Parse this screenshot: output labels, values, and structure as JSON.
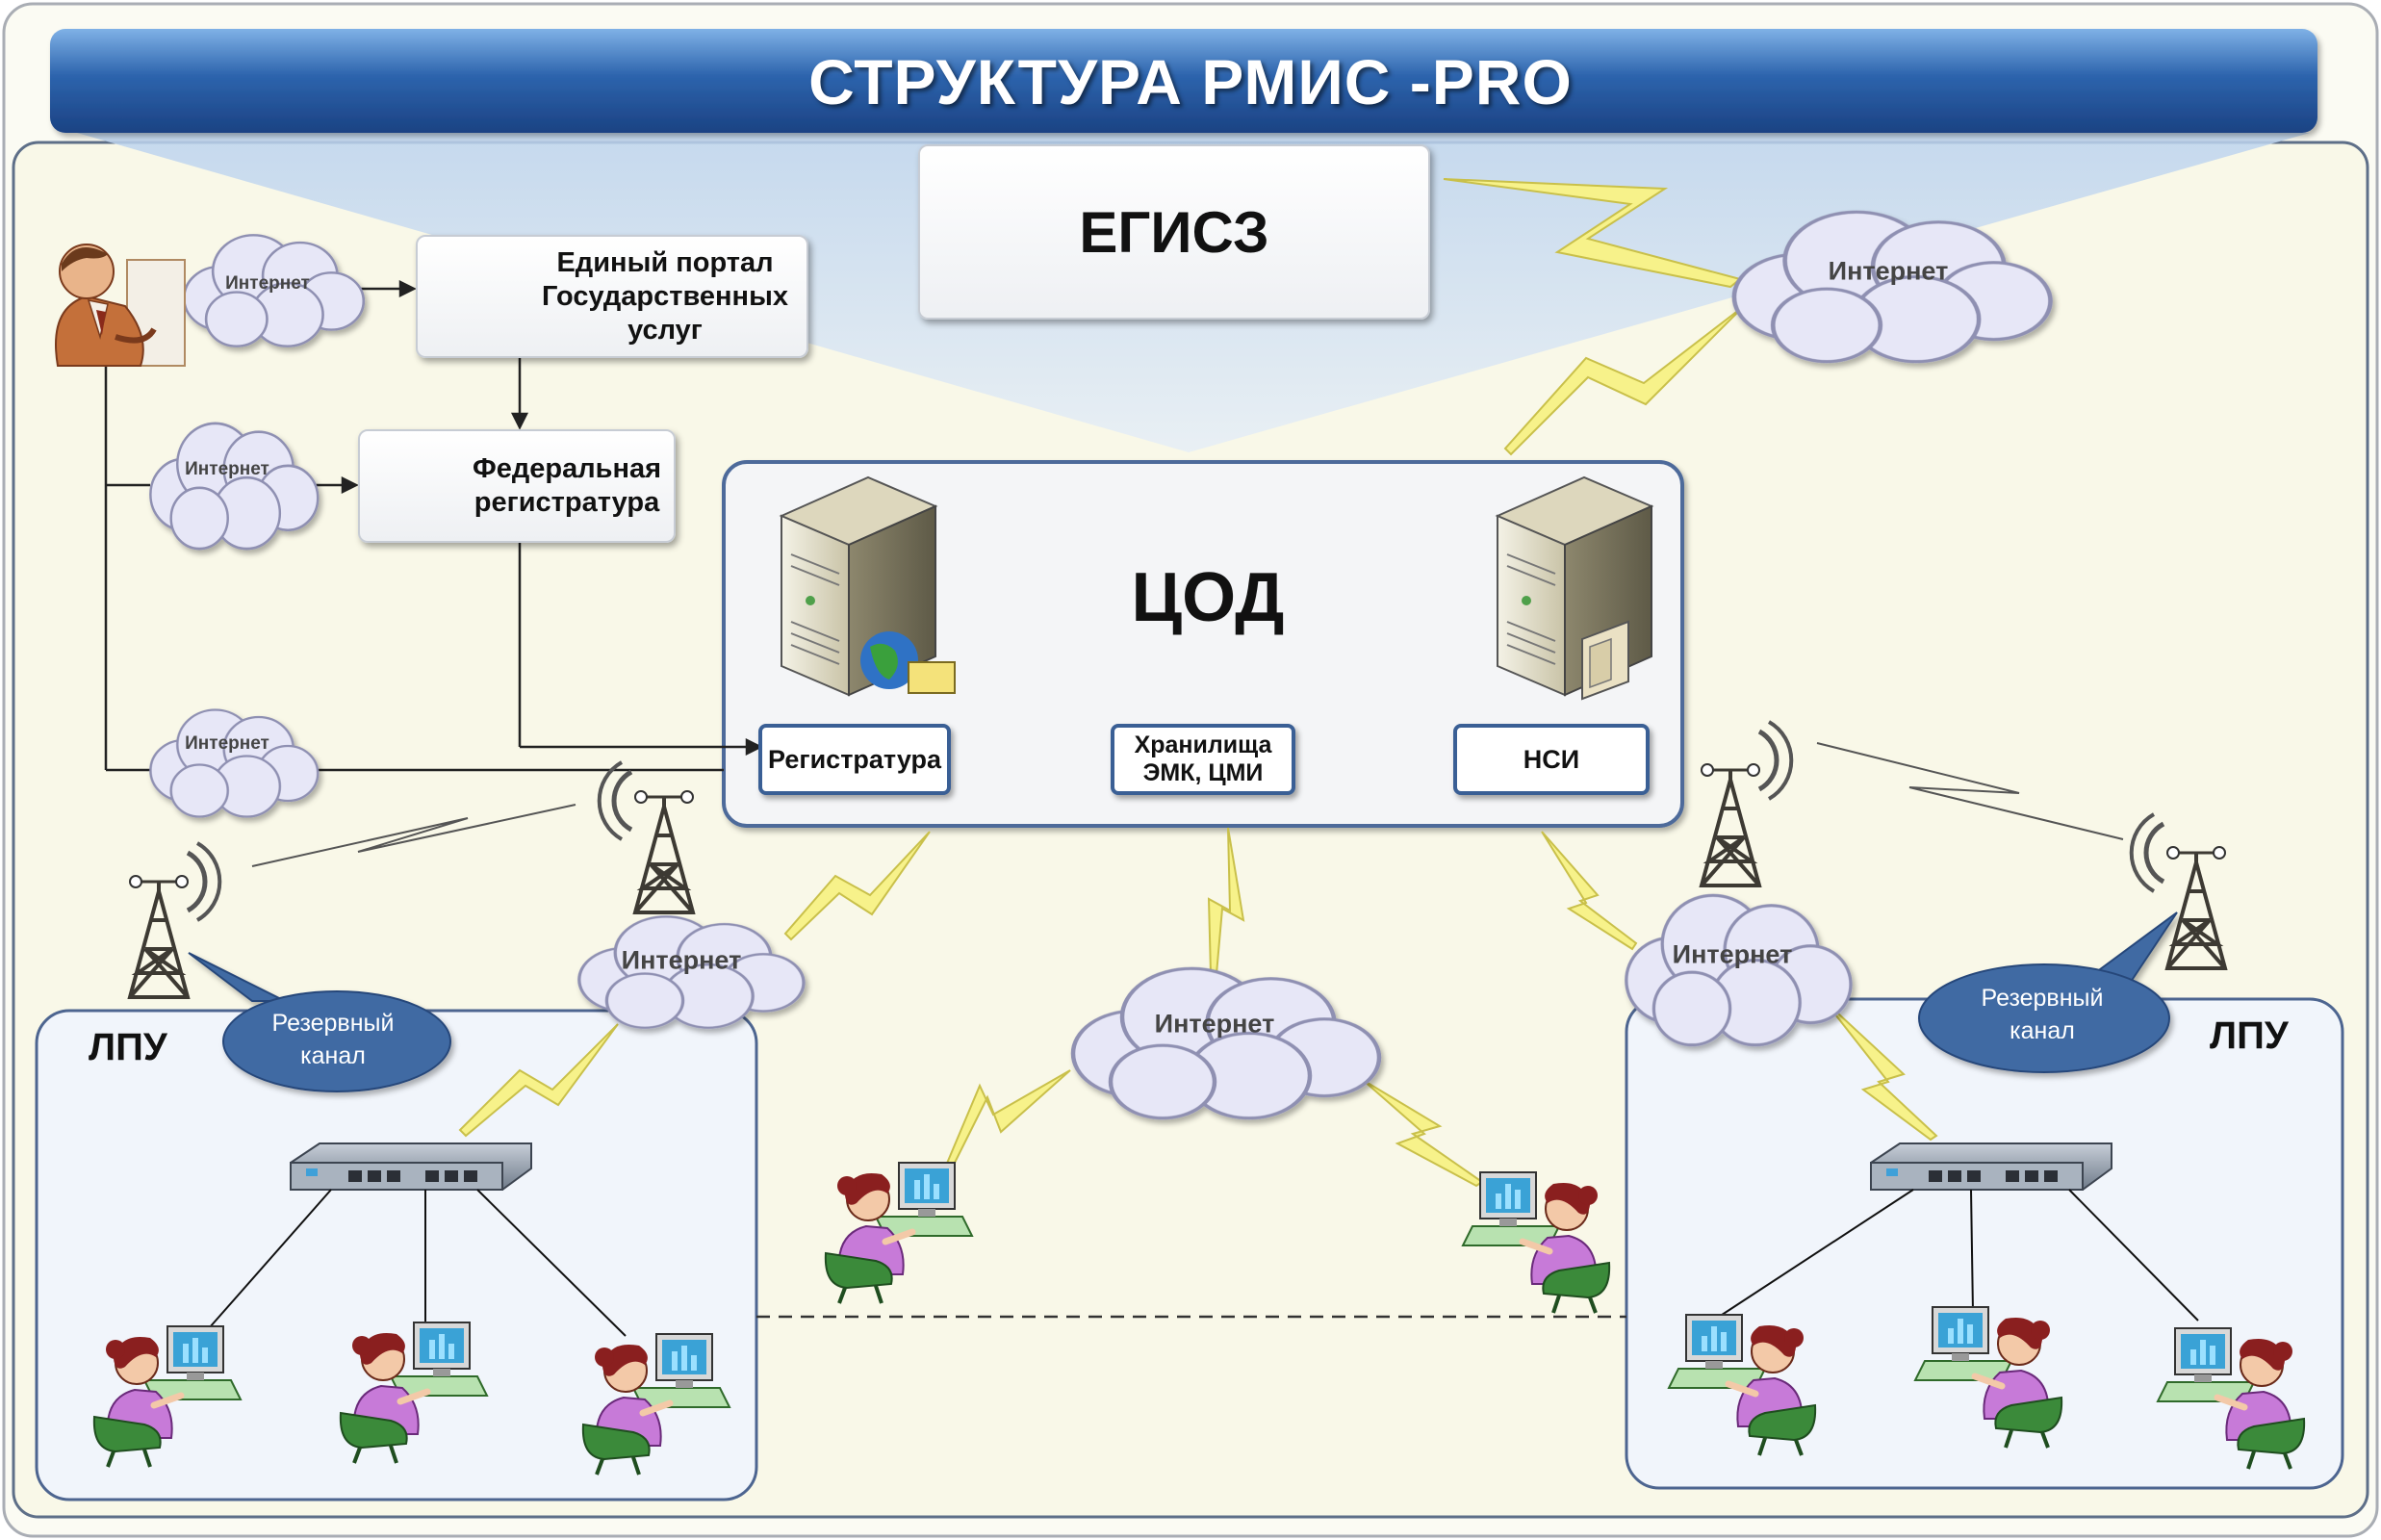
{
  "title": "СТРУКТУРА РМИС -PRO",
  "egisz": {
    "label": "ЕГИСЗ"
  },
  "portal": {
    "label": "Единый портал Государственных услуг"
  },
  "federal_registry": {
    "label": "Федеральная регистратура"
  },
  "cod": {
    "label": "ЦОД",
    "registry": "Регистратура",
    "storage": "Хранилища ЭМК, ЦМИ",
    "nsi": "НСИ"
  },
  "clouds": {
    "top_left_1": "Интернет",
    "top_left_2": "Интернет",
    "top_left_3": "Интернет",
    "top_right": "Интернет",
    "center_left": "Интернет",
    "center": "Интернет",
    "center_right": "Интернет"
  },
  "lpu": {
    "left_label": "ЛПУ",
    "right_label": "ЛПУ"
  },
  "reserve_channel": {
    "left": "Резервный канал",
    "right": "Резервный канал"
  },
  "colors": {
    "title_bar": "#2a5fa5",
    "bubble": "#3f6aa3",
    "lightning": "#f5f07a",
    "cloud_fill": "#e7e7f7",
    "background": "#f9f8e8"
  }
}
